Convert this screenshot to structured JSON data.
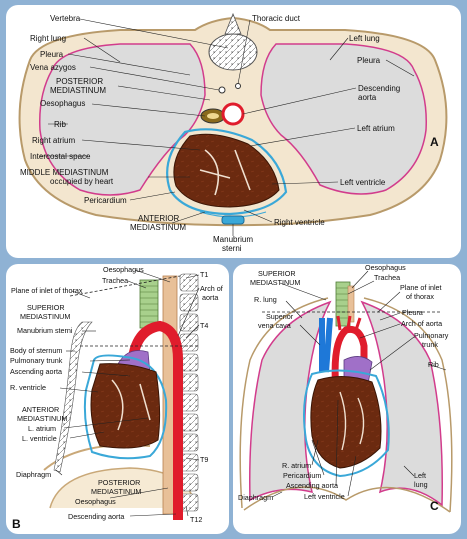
{
  "panels": {
    "a": {
      "letter": "A",
      "labels": {
        "vertebra": "Vertebra",
        "thoracic_duct": "Thoracic duct",
        "right_lung": "Right lung",
        "left_lung": "Left lung",
        "pleura_right": "Pleura",
        "pleura_left": "Pleura",
        "vena_azygos": "Vena azygos",
        "posterior_mediastinum_1": "POSTERIOR",
        "posterior_mediastinum_2": "MEDIASTINUM",
        "oesophagus": "Oesophagus",
        "descending_aorta_1": "Descending",
        "descending_aorta_2": "aorta",
        "rib": "Rib",
        "left_atrium": "Left atrium",
        "right_atrium": "Right atrium",
        "intercostal_space": "Intercostal space",
        "middle_mediastinum_1": "MIDDLE MEDIASTINUM",
        "middle_mediastinum_2": "occupied by heart",
        "left_ventricle": "Left ventricle",
        "pericardium": "Pericardium",
        "anterior_mediastinum_1": "ANTERIOR",
        "anterior_mediastinum_2": "MEDIASTINUM",
        "right_ventricle": "Right ventricle",
        "manubrium_1": "Manubrium",
        "manubrium_2": "sterni"
      }
    },
    "b": {
      "letter": "B",
      "labels": {
        "oesophagus": "Oesophagus",
        "trachea": "Trachea",
        "plane_inlet": "Plane of inlet of thorax",
        "superior_mediastinum_1": "SUPERIOR",
        "superior_mediastinum_2": "MEDIASTINUM",
        "manubrium": "Manubrium sterni",
        "t1": "T1",
        "arch_aorta_1": "Arch of",
        "arch_aorta_2": "aorta",
        "t4": "T4",
        "body_sternum": "Body of sternum",
        "pulmonary_trunk": "Pulmonary trunk",
        "ascending_aorta": "Ascending aorta",
        "r_ventricle": "R. ventricle",
        "anterior_mediastinum_1": "ANTERIOR",
        "anterior_mediastinum_2": "MEDIASTINUM",
        "l_atrium": "L. atrium",
        "l_ventricle": "L. ventricle",
        "diaphragm": "Diaphragm",
        "t9": "T9",
        "posterior_mediastinum_1": "POSTERIOR",
        "posterior_mediastinum_2": "MEDIASTINUM",
        "oesophagus_low": "Oesophagus",
        "descending_aorta": "Descending aorta",
        "t12": "T12"
      }
    },
    "c": {
      "letter": "C",
      "labels": {
        "superior_mediastinum_1": "SUPERIOR",
        "superior_mediastinum_2": "MEDIASTINUM",
        "oesophagus": "Oesophagus",
        "trachea": "Trachea",
        "r_lung": "R. lung",
        "plane_inlet_1": "Plane of inlet",
        "plane_inlet_2": "of thorax",
        "superior_vena_cava_1": "Superior",
        "superior_vena_cava_2": "vena cava",
        "pleura": "Pleura",
        "arch_aorta": "Arch of aorta",
        "pulmonary_trunk_1": "Pulmonary",
        "pulmonary_trunk_2": "trunk",
        "rib": "Rib",
        "r_atrium": "R. atrium",
        "pericardium": "Pericardium",
        "ascending_aorta": "Ascending aorta",
        "left_ventricle": "Left ventricle",
        "diaphragm": "Diaphragm",
        "left_lung_1": "Left",
        "left_lung_2": "lung"
      }
    }
  },
  "colors": {
    "frame_bg": "#8fb2d4",
    "panel_bg": "#ffffff",
    "lung": "#dcdcdc",
    "pleura": "#d23c8c",
    "heart": "#6b2a10",
    "aorta": "#e01c2c",
    "vena": "#1e78d8",
    "pulmonary": "#a070c8",
    "trachea": "#a8d08c",
    "pericardium": "#3aa8d8"
  }
}
